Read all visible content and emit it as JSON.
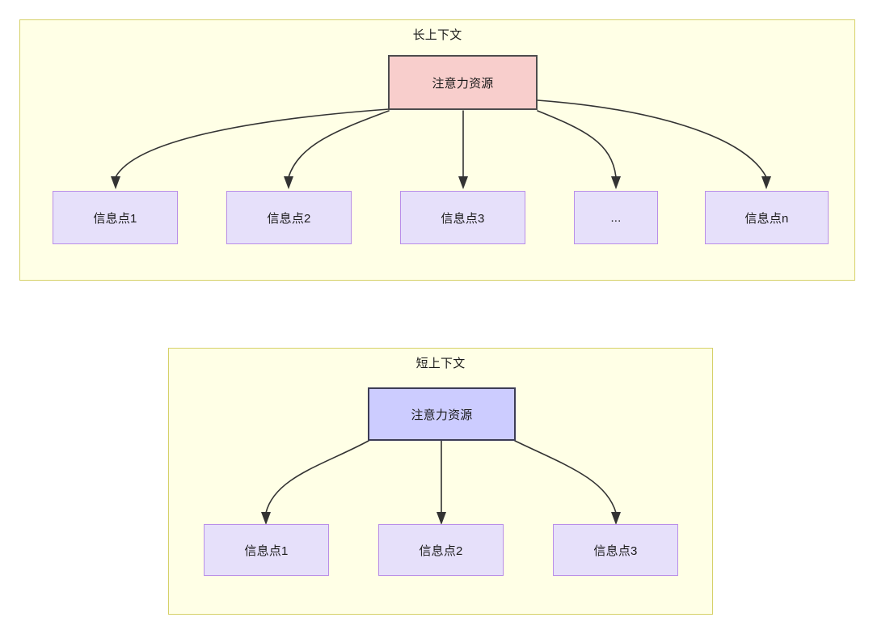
{
  "diagram": {
    "type": "attention-allocation-comparison",
    "background_color": "#ffffff",
    "panels": [
      {
        "id": "long-context",
        "title": "长上下文",
        "container_color": "#ffffe6",
        "container_border_color": "#d6d169",
        "root": {
          "label": "注意力资源",
          "fill": "#f8cecc",
          "stroke": "#4d4d4d"
        },
        "leaves": [
          {
            "label": "信息点1",
            "fill": "#e6e0fa",
            "stroke": "#b98ee8"
          },
          {
            "label": "信息点2",
            "fill": "#e6e0fa",
            "stroke": "#b98ee8"
          },
          {
            "label": "信息点3",
            "fill": "#e6e0fa",
            "stroke": "#b98ee8"
          },
          {
            "label": "...",
            "fill": "#e6e0fa",
            "stroke": "#b98ee8"
          },
          {
            "label": "信息点n",
            "fill": "#e6e0fa",
            "stroke": "#b98ee8"
          }
        ]
      },
      {
        "id": "short-context",
        "title": "短上下文",
        "container_color": "#ffffe6",
        "container_border_color": "#d6d169",
        "root": {
          "label": "注意力资源",
          "fill": "#ccccff",
          "stroke": "#3d3d56"
        },
        "leaves": [
          {
            "label": "信息点1",
            "fill": "#e6e0fa",
            "stroke": "#b98ee8"
          },
          {
            "label": "信息点2",
            "fill": "#e6e0fa",
            "stroke": "#b98ee8"
          },
          {
            "label": "信息点3",
            "fill": "#e6e0fa",
            "stroke": "#b98ee8"
          }
        ]
      }
    ],
    "edge_color": "#333333"
  }
}
